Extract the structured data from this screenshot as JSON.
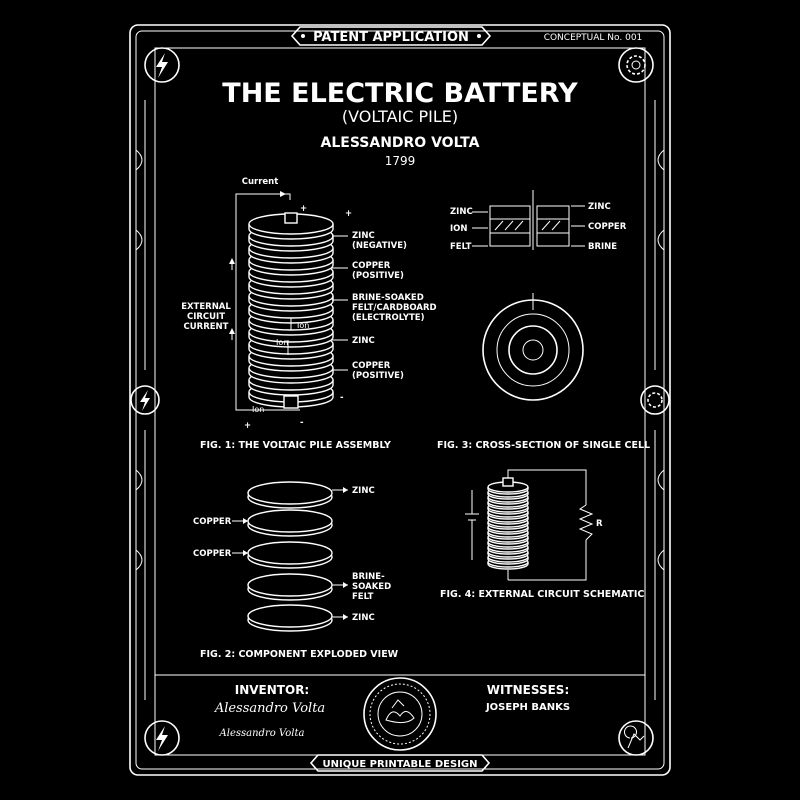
{
  "header": {
    "banner": "PATENT APPLICATION",
    "conceptual_no": "CONCEPTUAL No. 001",
    "title": "THE ELECTRIC BATTERY",
    "subtitle": "(VOLTAIC PILE)",
    "inventor_name": "ALESSANDRO VOLTA",
    "year": "1799"
  },
  "fig1": {
    "caption": "FIG. 1: THE VOLTAIC PILE ASSEMBLY",
    "current": "Current",
    "external_circuit": [
      "EXTERNAL",
      "CIRCUIT",
      "CURRENT"
    ],
    "labels": {
      "zinc_neg": [
        "ZINC",
        "(NEGATIVE)"
      ],
      "copper_pos": [
        "COPPER",
        "(POSITIVE)"
      ],
      "brine": [
        "BRINE-SOAKED",
        "FELT/CARDBOARD",
        "(ELECTROLYTE)"
      ],
      "zinc": [
        "ZINC"
      ],
      "copper_pos_2": [
        "COPPER",
        "(POSITIVE)"
      ]
    },
    "ion": "Ion",
    "plus": "+",
    "minus": "-"
  },
  "fig2": {
    "caption": "FIG. 2: COMPONENT EXPLODED VIEW",
    "zinc_top": "ZINC",
    "copper_1": "COPPER",
    "copper_2": "COPPER",
    "brine": [
      "BRINE-",
      "SOAKED",
      "FELT"
    ],
    "zinc_bottom": "ZINC"
  },
  "fig3": {
    "caption": "FIG. 3: CROSS-SECTION OF SINGLE CELL",
    "left": [
      "ZINC",
      "ION",
      "FELT"
    ],
    "right": [
      "ZINC",
      "COPPER",
      "BRINE"
    ]
  },
  "fig4": {
    "caption": "FIG. 4: EXTERNAL CIRCUIT SCHEMATIC",
    "resistor": "R"
  },
  "footer": {
    "inventor_label": "INVENTOR:",
    "signature_1": "Alessandro Volta",
    "signature_2": "Alessandro Volta",
    "witnesses_label": "WITNESSES:",
    "witness_name": "JOSEPH BANKS",
    "seal": "SEAL",
    "bottom_banner": "UNIQUE PRINTABLE DESIGN"
  },
  "icons": [
    "lightning-bolt-icon",
    "gear-icon",
    "seal-icon",
    "figure-icon"
  ],
  "colors": {
    "background": "#000000",
    "ink": "#ffffff"
  }
}
